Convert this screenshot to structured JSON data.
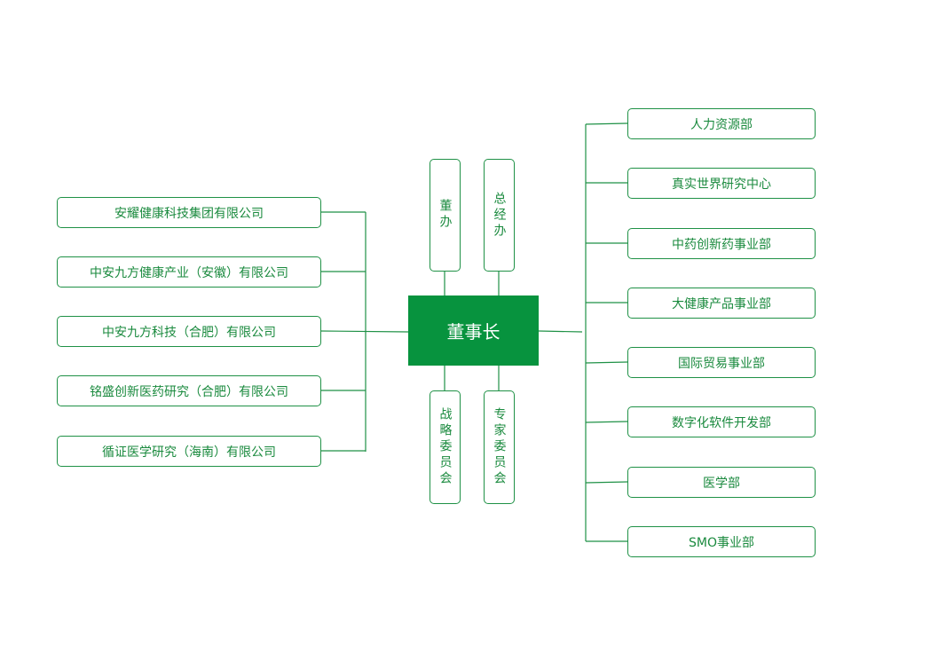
{
  "center": {
    "label": "董事长"
  },
  "top_offices": [
    {
      "label": "董办"
    },
    {
      "label": "总经办"
    }
  ],
  "bottom_committees": [
    {
      "label": "战略委员会"
    },
    {
      "label": "专家委员会"
    }
  ],
  "subsidiaries": [
    {
      "label": "安耀健康科技集团有限公司"
    },
    {
      "label": "中安九方健康产业（安徽）有限公司"
    },
    {
      "label": "中安九方科技（合肥）有限公司"
    },
    {
      "label": "铭盛创新医药研究（合肥）有限公司"
    },
    {
      "label": "循证医学研究（海南）有限公司"
    }
  ],
  "departments": [
    {
      "label": "人力资源部"
    },
    {
      "label": "真实世界研究中心"
    },
    {
      "label": "中药创新药事业部"
    },
    {
      "label": "大健康产品事业部"
    },
    {
      "label": "国际贸易事业部"
    },
    {
      "label": "数字化软件开发部"
    },
    {
      "label": "医学部"
    },
    {
      "label": "SMO事业部"
    }
  ],
  "colors": {
    "accent": "#07933e",
    "line": "#1f9146",
    "text": "#1a8a3e"
  }
}
